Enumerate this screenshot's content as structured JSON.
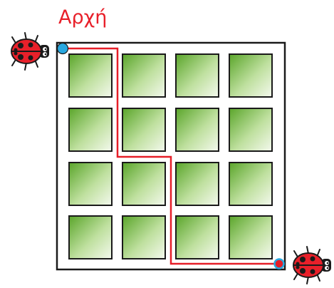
{
  "start_label": "Αρχή",
  "colors": {
    "label_red": "#e8202a",
    "path_red": "#e61e28",
    "frame": "#1a1a1a",
    "square_light": "#f4f9ee",
    "square_dark": "#5aa52a",
    "start_dot": "#29a8e0",
    "end_dot": "#e61e28",
    "end_dot_ring": "#29a8e0"
  },
  "grid": {
    "rows": 4,
    "cols": 4
  },
  "path": {
    "start_cell": [
      0,
      0
    ],
    "turns": [
      [
        0,
        1
      ],
      [
        2,
        1
      ],
      [
        2,
        2
      ],
      [
        3,
        2
      ]
    ],
    "end_cell": [
      3,
      3
    ]
  },
  "icons": {
    "start": "ladybug-icon",
    "end": "ladybug-icon"
  }
}
